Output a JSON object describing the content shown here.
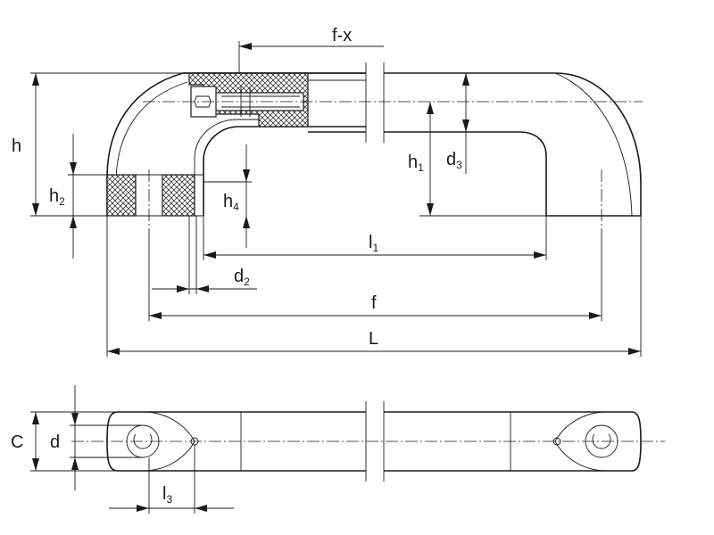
{
  "labels": {
    "f_x": "f-x",
    "h": "h",
    "h1_main": "h",
    "h1_sub": "1",
    "h2_main": "h",
    "h2_sub": "2",
    "h4_main": "h",
    "h4_sub": "4",
    "d2_main": "d",
    "d2_sub": "2",
    "d3_main": "d",
    "d3_sub": "3",
    "l1_main": "l",
    "l1_sub": "1",
    "l3_main": "l",
    "l3_sub": "3",
    "f": "f",
    "L": "L",
    "C": "C",
    "d": "d"
  }
}
